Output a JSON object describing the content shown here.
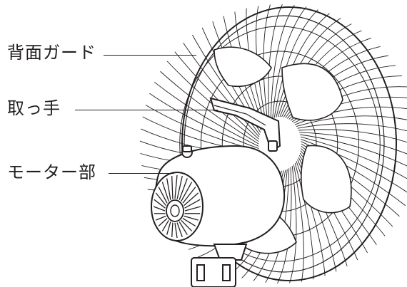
{
  "callouts": {
    "rear_guard": "背面ガード",
    "handle": "取っ手",
    "motor": "モーター部"
  },
  "colors": {
    "line": "#231f20",
    "background": "#ffffff",
    "blade_fill": "#ffffff"
  }
}
